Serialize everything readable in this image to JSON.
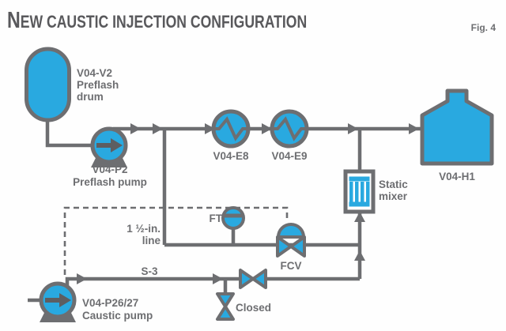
{
  "header": {
    "title": "New caustic injection configuration",
    "figure": "Fig. 4"
  },
  "equipment": {
    "preflash_drum": {
      "tag": "V04-V2",
      "name_line1": "Preflash",
      "name_line2": "drum"
    },
    "preflash_pump": {
      "tag": "V04-P2",
      "name": "Preflash pump"
    },
    "exchanger_e8": {
      "tag": "V04-E8"
    },
    "exchanger_e9": {
      "tag": "V04-E9"
    },
    "heater_vessel": {
      "tag": "V04-H1"
    },
    "static_mixer": {
      "name_line1": "Static",
      "name_line2": "mixer"
    },
    "caustic_pump": {
      "tag": "V04-P26/27",
      "name": "Caustic pump"
    }
  },
  "instruments": {
    "flow_transmitter": "FT",
    "flow_control_valve": "FCV"
  },
  "lines": {
    "size_label_line1": "1 ½-in.",
    "size_label_line2": "line",
    "s3_label": "S-3",
    "closed_valve_label": "Closed"
  },
  "colors": {
    "process_fluid_cyan": "#29a9e0",
    "piping_gray": "#6d6e71",
    "title_gray": "#59595c"
  }
}
